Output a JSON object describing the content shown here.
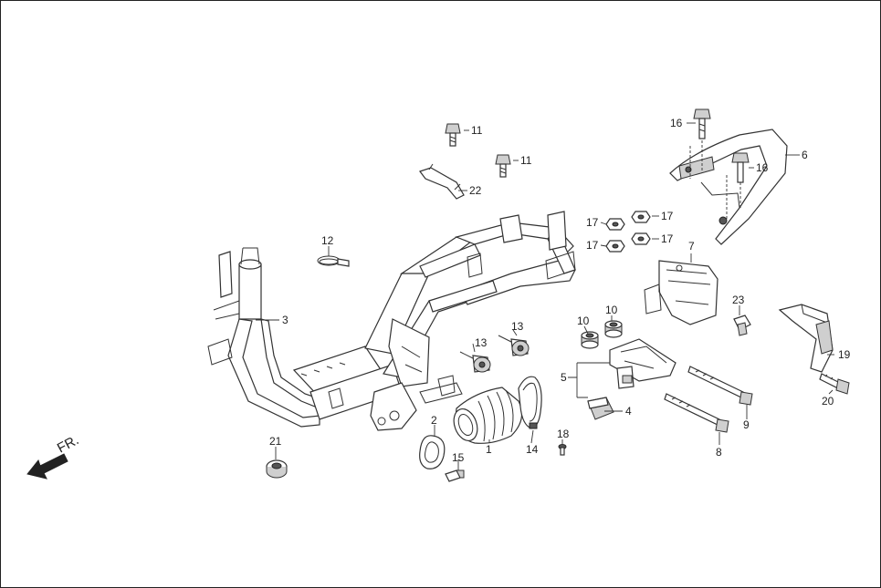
{
  "direction_marker": {
    "text": "FR."
  },
  "parts": [
    {
      "id": "p1",
      "num": "1"
    },
    {
      "id": "p2",
      "num": "2"
    },
    {
      "id": "p3",
      "num": "3"
    },
    {
      "id": "p4",
      "num": "4"
    },
    {
      "id": "p5",
      "num": "5"
    },
    {
      "id": "p6",
      "num": "6"
    },
    {
      "id": "p7",
      "num": "7"
    },
    {
      "id": "p8",
      "num": "8"
    },
    {
      "id": "p9",
      "num": "9"
    },
    {
      "id": "p10a",
      "num": "10"
    },
    {
      "id": "p10b",
      "num": "10"
    },
    {
      "id": "p11a",
      "num": "11"
    },
    {
      "id": "p11b",
      "num": "11"
    },
    {
      "id": "p12",
      "num": "12"
    },
    {
      "id": "p13a",
      "num": "13"
    },
    {
      "id": "p13b",
      "num": "13"
    },
    {
      "id": "p14",
      "num": "14"
    },
    {
      "id": "p15",
      "num": "15"
    },
    {
      "id": "p16a",
      "num": "16"
    },
    {
      "id": "p16b",
      "num": "16"
    },
    {
      "id": "p17a",
      "num": "17"
    },
    {
      "id": "p17b",
      "num": "17"
    },
    {
      "id": "p17c",
      "num": "17"
    },
    {
      "id": "p17d",
      "num": "17"
    },
    {
      "id": "p18",
      "num": "18"
    },
    {
      "id": "p19",
      "num": "19"
    },
    {
      "id": "p20",
      "num": "20"
    },
    {
      "id": "p21",
      "num": "21"
    },
    {
      "id": "p22",
      "num": "22"
    },
    {
      "id": "p23",
      "num": "23"
    }
  ]
}
